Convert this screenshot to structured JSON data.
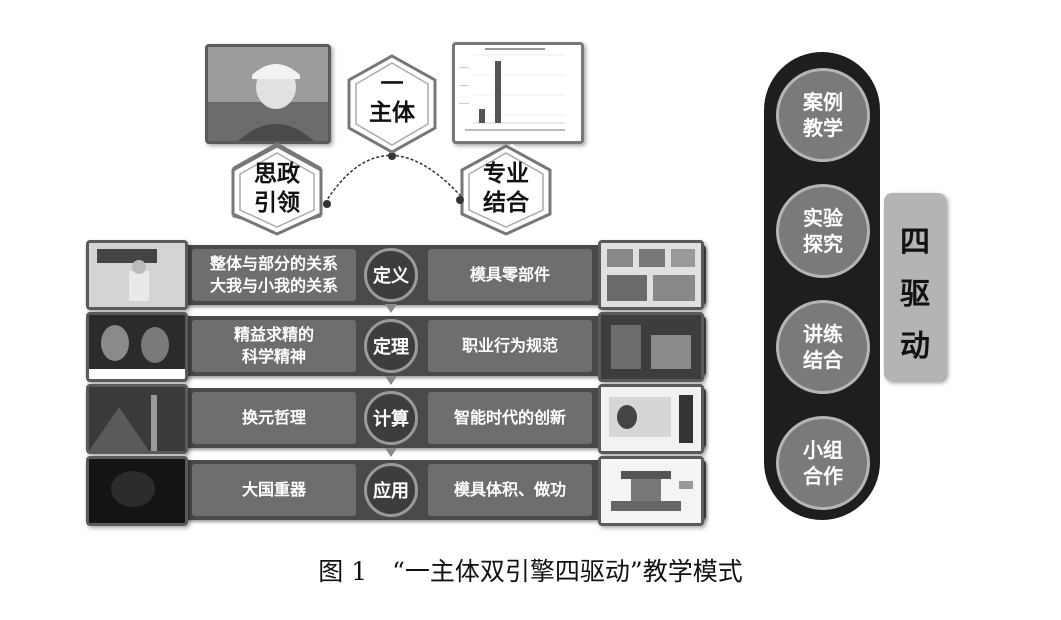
{
  "top": {
    "center_hex": {
      "line1": "一",
      "line2": "主体"
    },
    "left_hex": {
      "line1": "思政",
      "line2": "引领"
    },
    "right_hex": {
      "line1": "专业",
      "line2": "结合"
    }
  },
  "rows": [
    {
      "left": "整体与部分的关系\n大我与小我的关系",
      "center": "定义",
      "right": "模具零部件"
    },
    {
      "left": "精益求精的\n科学精神",
      "center": "定理",
      "right": "职业行为规范"
    },
    {
      "left": "换元哲理",
      "center": "计算",
      "right": "智能时代的创新"
    },
    {
      "left": "大国重器",
      "center": "应用",
      "right": "模具体积、做功"
    }
  ],
  "pill": [
    {
      "line1": "案例",
      "line2": "教学"
    },
    {
      "line1": "实验",
      "line2": "探究"
    },
    {
      "line1": "讲练",
      "line2": "结合"
    },
    {
      "line1": "小组",
      "line2": "合作"
    }
  ],
  "side_tab": {
    "c1": "四",
    "c2": "驱",
    "c3": "动"
  },
  "caption": "图 1　“一主体双引擎四驱动”教学模式",
  "colors": {
    "band": "#4a4a4a",
    "box": "#6e6e6e",
    "circle": "#3d3d3d",
    "pill": "#1e1e1e",
    "tab": "#b4b4b4"
  }
}
